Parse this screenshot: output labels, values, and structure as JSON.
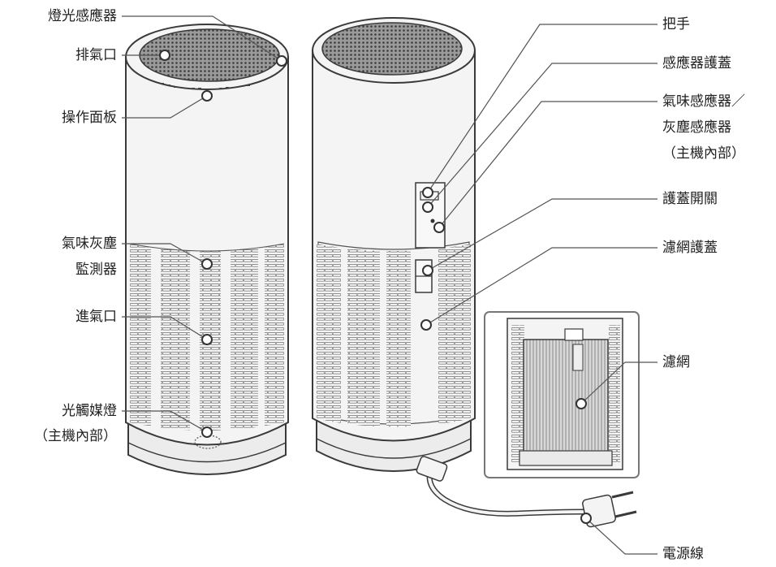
{
  "labels": {
    "light_sensor": "燈光感應器",
    "exhaust": "排氣口",
    "control_panel": "操作面板",
    "odor_dust_monitor_line1": "氣味灰塵",
    "odor_dust_monitor_line2": "監測器",
    "intake": "進氣口",
    "photocatalyst_line1": "光觸媒燈",
    "photocatalyst_line2": "（主機內部）",
    "handle": "把手",
    "sensor_cover": "感應器護蓋",
    "odor_sensor_line1": "氣味感應器／",
    "odor_sensor_line2": "灰塵感應器",
    "odor_sensor_line3": "（主機內部）",
    "cover_switch": "護蓋開關",
    "filter_cover": "濾網護蓋",
    "filter": "濾網",
    "power_cord": "電源線"
  },
  "colors": {
    "outline": "#3a3a3a",
    "body": "#f4f4f4",
    "mesh": "#8a8a8a",
    "leader": "#555555",
    "dot_fill": "#ffffff"
  }
}
